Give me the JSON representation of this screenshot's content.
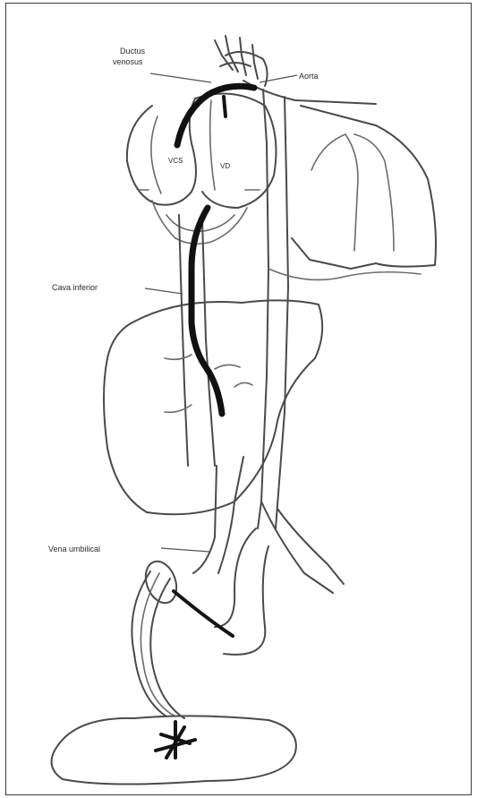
{
  "figure": {
    "labels": {
      "ductus_venosus_line1": "Ductus",
      "ductus_venosus_line2": "venosus",
      "aorta": "Aorta",
      "vcs": "VCS",
      "vd": "VD",
      "cava_inferior": "Cava inferior",
      "vena_umbilical": "Vena umbilical"
    }
  }
}
